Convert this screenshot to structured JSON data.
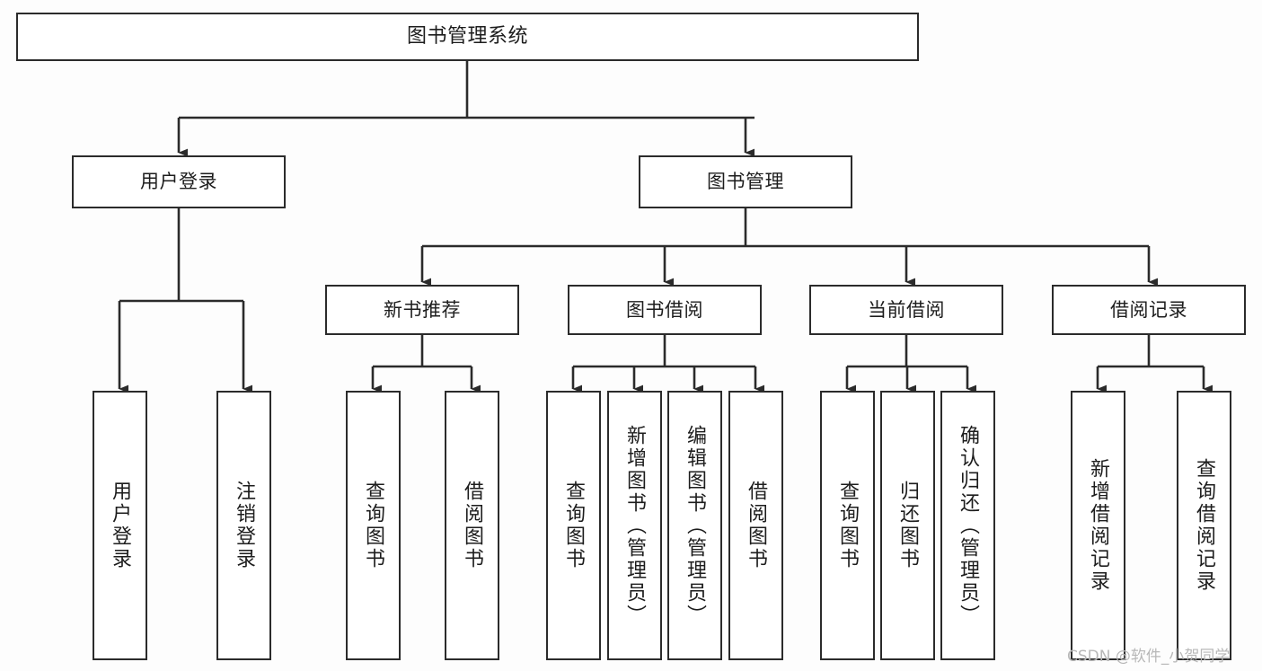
{
  "diagram": {
    "title": "图书管理系统",
    "type": "tree",
    "orientation": "top-down",
    "colors": {
      "background": "#fdfdfd",
      "node_fill": "#ffffff",
      "stroke": "#2b2b2b",
      "text": "#1d1d1d",
      "watermark": "#b8b8b8"
    },
    "nodes": {
      "root": {
        "label": "图书管理系统",
        "level": 1
      },
      "user_login": {
        "label": "用户登录",
        "level": 2
      },
      "book_manage": {
        "label": "图书管理",
        "level": 2
      },
      "new_book_rec": {
        "label": "新书推荐",
        "level": 3
      },
      "book_borrow": {
        "label": "图书借阅",
        "level": 3
      },
      "current_borrow": {
        "label": "当前借阅",
        "level": 3
      },
      "borrow_record": {
        "label": "借阅记录",
        "level": 3
      },
      "leaf_user_login": {
        "label": "用户登录",
        "level": 4
      },
      "leaf_logout": {
        "label": "注销登录",
        "level": 4
      },
      "leaf_rec_query": {
        "label": "查询图书",
        "level": 4
      },
      "leaf_rec_borrow": {
        "label": "借阅图书",
        "level": 4
      },
      "leaf_borrow_query": {
        "label": "查询图书",
        "level": 4
      },
      "leaf_add_book": {
        "label": "新增图书（管理员）",
        "level": 4
      },
      "leaf_edit_book": {
        "label": "编辑图书（管理员）",
        "level": 4
      },
      "leaf_borrow_book": {
        "label": "借阅图书",
        "level": 4
      },
      "leaf_cur_query": {
        "label": "查询图书",
        "level": 4
      },
      "leaf_return_book": {
        "label": "归还图书",
        "level": 4
      },
      "leaf_confirm_return": {
        "label": "确认归还（管理员）",
        "level": 4
      },
      "leaf_add_record": {
        "label": "新增借阅记录",
        "level": 4
      },
      "leaf_query_record": {
        "label": "查询借阅记录",
        "level": 4
      }
    },
    "edges": [
      {
        "from": "root",
        "to": "user_login"
      },
      {
        "from": "root",
        "to": "book_manage"
      },
      {
        "from": "user_login",
        "to": "leaf_user_login"
      },
      {
        "from": "user_login",
        "to": "leaf_logout"
      },
      {
        "from": "book_manage",
        "to": "new_book_rec"
      },
      {
        "from": "book_manage",
        "to": "book_borrow"
      },
      {
        "from": "book_manage",
        "to": "current_borrow"
      },
      {
        "from": "book_manage",
        "to": "borrow_record"
      },
      {
        "from": "new_book_rec",
        "to": "leaf_rec_query"
      },
      {
        "from": "new_book_rec",
        "to": "leaf_rec_borrow"
      },
      {
        "from": "book_borrow",
        "to": "leaf_borrow_query"
      },
      {
        "from": "book_borrow",
        "to": "leaf_add_book"
      },
      {
        "from": "book_borrow",
        "to": "leaf_edit_book"
      },
      {
        "from": "book_borrow",
        "to": "leaf_borrow_book"
      },
      {
        "from": "current_borrow",
        "to": "leaf_cur_query"
      },
      {
        "from": "current_borrow",
        "to": "leaf_return_book"
      },
      {
        "from": "current_borrow",
        "to": "leaf_confirm_return"
      },
      {
        "from": "borrow_record",
        "to": "leaf_add_record"
      },
      {
        "from": "borrow_record",
        "to": "leaf_query_record"
      }
    ]
  },
  "watermark": {
    "text": "CSDN @软件_小贺同学"
  }
}
